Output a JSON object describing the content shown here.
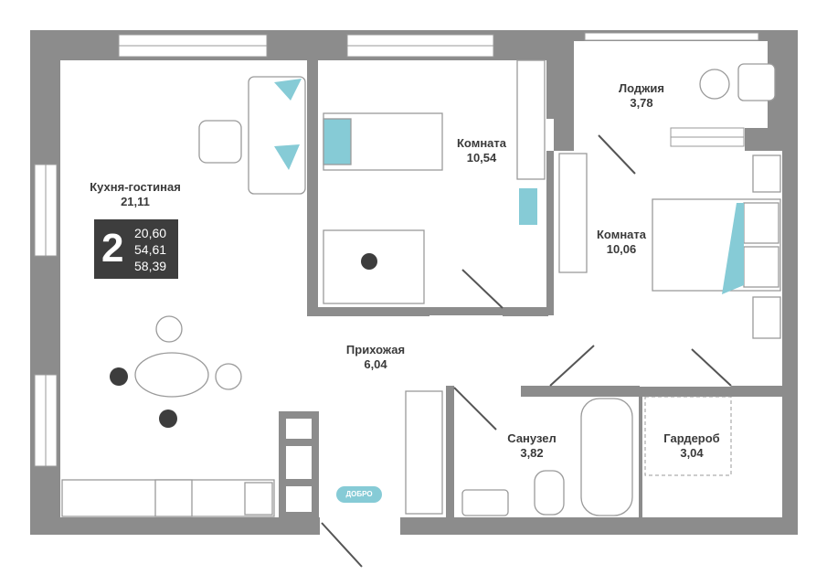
{
  "apartment": {
    "rooms_count": "2",
    "areas": [
      "20,60",
      "54,61",
      "58,39"
    ]
  },
  "rooms": [
    {
      "name": "Кухня-гостиная",
      "area": "21,11"
    },
    {
      "name": "Комната",
      "area": "10,54"
    },
    {
      "name": "Лоджия",
      "area": "3,78"
    },
    {
      "name": "Комната",
      "area": "10,06"
    },
    {
      "name": "Прихожая",
      "area": "6,04"
    },
    {
      "name": "Санузел",
      "area": "3,82"
    },
    {
      "name": "Гардероб",
      "area": "3,04"
    }
  ],
  "brand_label": "ДОБРО",
  "colors": {
    "wall": "#8c8c8c",
    "accent": "#86cbd6",
    "badge": "#3d3d3d",
    "line": "#9a9a9a"
  }
}
